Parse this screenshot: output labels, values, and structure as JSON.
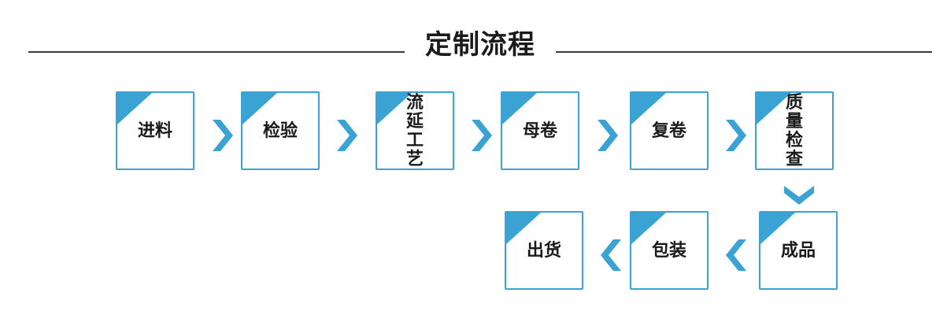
{
  "title": "定制流程",
  "accent_color": "#3aa3d4",
  "steps": [
    {
      "label": "进料"
    },
    {
      "label": "检验"
    },
    {
      "label": "流延工艺"
    },
    {
      "label": "母卷"
    },
    {
      "label": "复卷"
    },
    {
      "label": "质量检查"
    },
    {
      "label": "成品"
    },
    {
      "label": "包装"
    },
    {
      "label": "出货"
    }
  ],
  "arrows": [
    {
      "direction": "right"
    },
    {
      "direction": "right"
    },
    {
      "direction": "right"
    },
    {
      "direction": "right"
    },
    {
      "direction": "right"
    },
    {
      "direction": "down"
    },
    {
      "direction": "left"
    },
    {
      "direction": "left"
    }
  ]
}
